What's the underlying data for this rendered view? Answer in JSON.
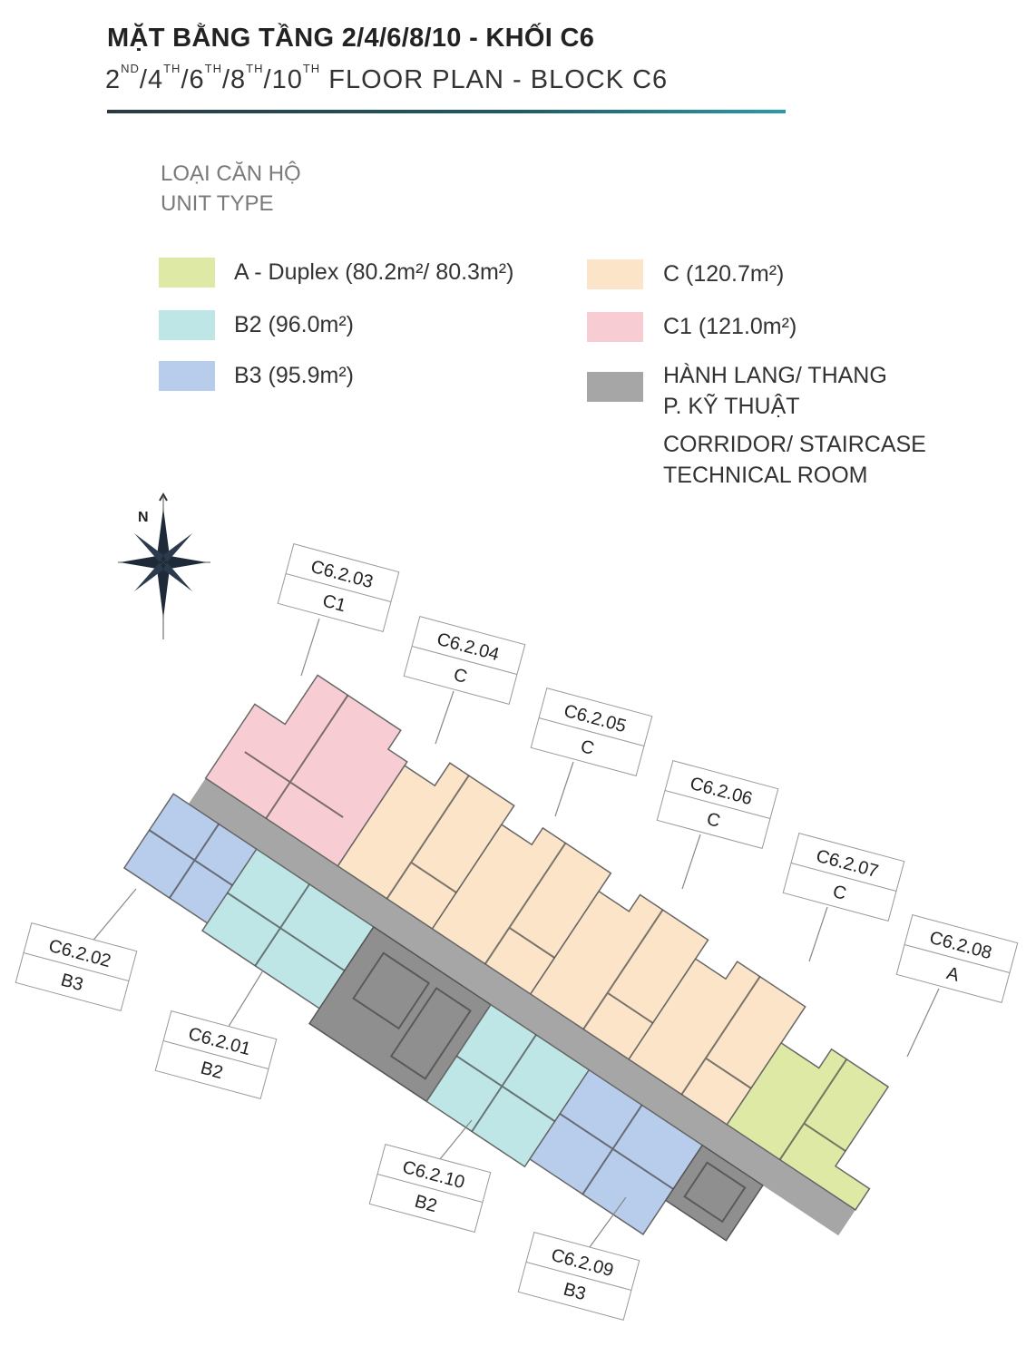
{
  "header": {
    "title": "MẶT BẰNG TẦNG 2/4/6/8/10 - KHỐI C6",
    "subtitle_parts": [
      "2",
      "ND",
      "/4",
      "TH",
      "/6",
      "TH",
      "/8",
      "TH",
      "/10",
      "TH",
      " FLOOR PLAN - BLOCK C6"
    ]
  },
  "legend": {
    "heading_vi": "LOẠI CĂN HỘ",
    "heading_en": "UNIT TYPE",
    "items": [
      {
        "label": "A - Duplex (80.2m²/ 80.3m²)",
        "color": "#dfe9a6"
      },
      {
        "label": "B2 (96.0m²)",
        "color": "#bfe6e6"
      },
      {
        "label": "B3 (95.9m²)",
        "color": "#b8cdec"
      },
      {
        "label": "C (120.7m²)",
        "color": "#fbe4c8"
      },
      {
        "label": "C1 (121.0m²)",
        "color": "#f7cdd3"
      },
      {
        "label_vi_1": "HÀNH LANG/ THANG",
        "label_vi_2": "P. KỸ THUẬT",
        "label_en_1": "CORRIDOR/ STAIRCASE",
        "label_en_2": "TECHNICAL ROOM",
        "color": "#a6a6a6"
      }
    ]
  },
  "compass": {
    "north_label": "N"
  },
  "units": [
    {
      "code": "C6.2.03",
      "type": "C1",
      "color": "#f7cdd3"
    },
    {
      "code": "C6.2.04",
      "type": "C",
      "color": "#fbe4c8"
    },
    {
      "code": "C6.2.05",
      "type": "C",
      "color": "#fbe4c8"
    },
    {
      "code": "C6.2.06",
      "type": "C",
      "color": "#fbe4c8"
    },
    {
      "code": "C6.2.07",
      "type": "C",
      "color": "#fbe4c8"
    },
    {
      "code": "C6.2.08",
      "type": "A",
      "color": "#dfe9a6"
    },
    {
      "code": "C6.2.02",
      "type": "B3",
      "color": "#b8cdec"
    },
    {
      "code": "C6.2.01",
      "type": "B2",
      "color": "#bfe6e6"
    },
    {
      "code": "C6.2.10",
      "type": "B2",
      "color": "#bfe6e6"
    },
    {
      "code": "C6.2.09",
      "type": "B3",
      "color": "#b8cdec"
    }
  ]
}
